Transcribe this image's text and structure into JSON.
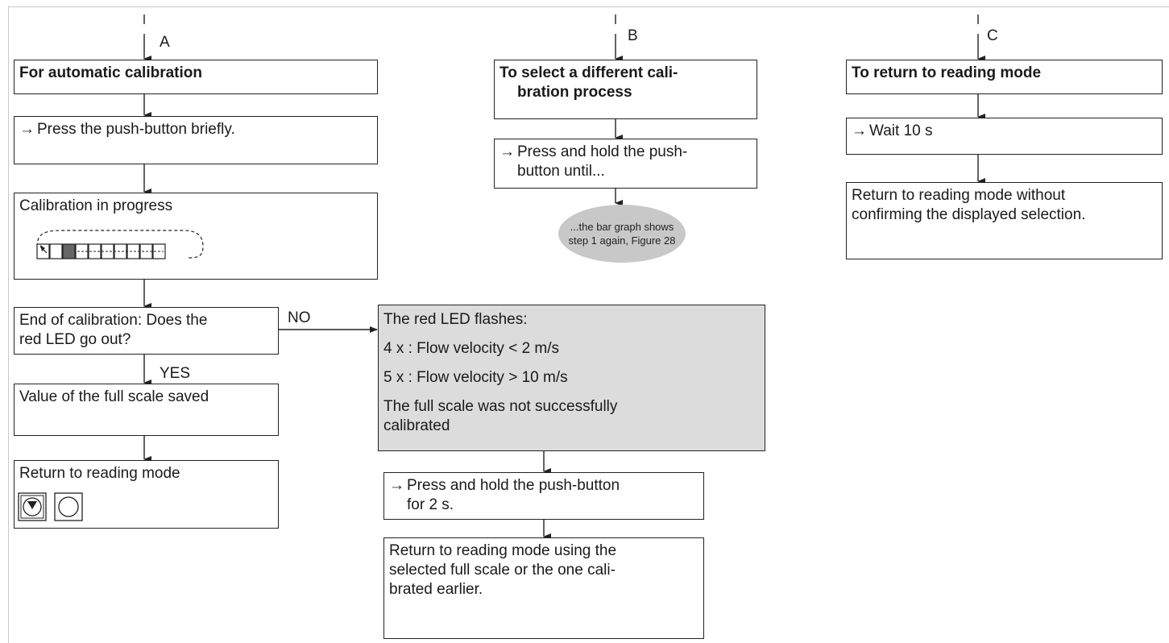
{
  "branches": {
    "a_label": "A",
    "b_label": "B",
    "c_label": "C"
  },
  "col_a": {
    "auto_cal_title": "For automatic calibration",
    "press_briefly": "Press the push-button briefly.",
    "cal_progress": "Calibration in progress",
    "end_cal_line1": "End of calibration: Does the",
    "end_cal_line2": "red LED go out?",
    "no_label": "NO",
    "yes_label": "YES",
    "value_saved": "Value of the full scale saved",
    "return_reading": "Return to reading mode"
  },
  "col_b": {
    "select_title_line1": "To select a different cali-",
    "select_title_line2": "bration process",
    "press_hold_line1": "Press and hold the push-",
    "press_hold_line2": "button until...",
    "bar_graph_line1": "...the bar graph shows",
    "bar_graph_line2": "step 1 again, Figure 28",
    "led_flashes": "The red LED flashes:",
    "flow_low": "4 x : Flow velocity < 2 m/s",
    "flow_high": "5 x : Flow velocity > 10 m/s",
    "not_cal_line1": "The full scale was not successfully",
    "not_cal_line2": "calibrated",
    "press_2s_line1": "Press and hold the push-button",
    "press_2s_line2": "for 2 s.",
    "return_using_line1": "Return to reading mode using the",
    "return_using_line2": "selected full scale or the one cali-",
    "return_using_line3": "brated earlier."
  },
  "col_c": {
    "return_title": "To return to reading mode",
    "wait": "Wait 10 s",
    "return_no_confirm_line1": "Return to reading mode without",
    "return_no_confirm_line2": "confirming the displayed selection."
  },
  "icons": {
    "step_arrow": "right-arrow-icon",
    "bar_graph": "bar-graph-icon",
    "led_indicator": "led-indicator-icon"
  },
  "colors": {
    "gray_box": "#dcdcdc",
    "ellipse": "#c8c8c8",
    "line": "#222222"
  }
}
